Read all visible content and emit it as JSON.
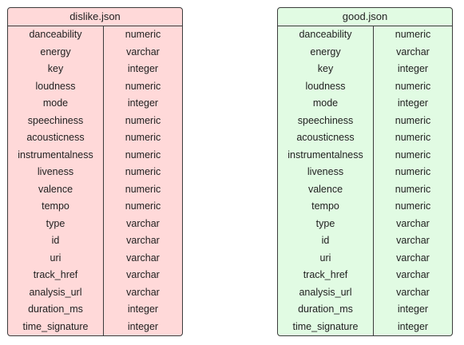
{
  "tables": [
    {
      "id": "dislike",
      "title": "dislike.json",
      "fill_color": "#ffd9d9",
      "columns": [
        {
          "name": "danceability",
          "type": "numeric"
        },
        {
          "name": "energy",
          "type": "varchar"
        },
        {
          "name": "key",
          "type": "integer"
        },
        {
          "name": "loudness",
          "type": "numeric"
        },
        {
          "name": "mode",
          "type": "integer"
        },
        {
          "name": "speechiness",
          "type": "numeric"
        },
        {
          "name": "acousticness",
          "type": "numeric"
        },
        {
          "name": "instrumentalness",
          "type": "numeric"
        },
        {
          "name": "liveness",
          "type": "numeric"
        },
        {
          "name": "valence",
          "type": "numeric"
        },
        {
          "name": "tempo",
          "type": "numeric"
        },
        {
          "name": "type",
          "type": "varchar"
        },
        {
          "name": "id",
          "type": "varchar"
        },
        {
          "name": "uri",
          "type": "varchar"
        },
        {
          "name": "track_href",
          "type": "varchar"
        },
        {
          "name": "analysis_url",
          "type": "varchar"
        },
        {
          "name": "duration_ms",
          "type": "integer"
        },
        {
          "name": "time_signature",
          "type": "integer"
        }
      ]
    },
    {
      "id": "good",
      "title": "good.json",
      "fill_color": "#e1fbe3",
      "columns": [
        {
          "name": "danceability",
          "type": "numeric"
        },
        {
          "name": "energy",
          "type": "varchar"
        },
        {
          "name": "key",
          "type": "integer"
        },
        {
          "name": "loudness",
          "type": "numeric"
        },
        {
          "name": "mode",
          "type": "integer"
        },
        {
          "name": "speechiness",
          "type": "numeric"
        },
        {
          "name": "acousticness",
          "type": "numeric"
        },
        {
          "name": "instrumentalness",
          "type": "numeric"
        },
        {
          "name": "liveness",
          "type": "numeric"
        },
        {
          "name": "valence",
          "type": "numeric"
        },
        {
          "name": "tempo",
          "type": "numeric"
        },
        {
          "name": "type",
          "type": "varchar"
        },
        {
          "name": "id",
          "type": "varchar"
        },
        {
          "name": "uri",
          "type": "varchar"
        },
        {
          "name": "track_href",
          "type": "varchar"
        },
        {
          "name": "analysis_url",
          "type": "varchar"
        },
        {
          "name": "duration_ms",
          "type": "integer"
        },
        {
          "name": "time_signature",
          "type": "integer"
        }
      ]
    }
  ]
}
